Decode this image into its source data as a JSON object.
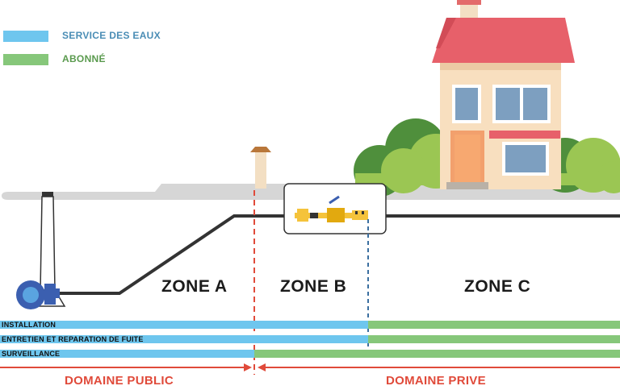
{
  "legend": {
    "items": [
      {
        "label": "SERVICE DES EAUX",
        "color": "#6ec6ee",
        "text_color": "#4a8db5"
      },
      {
        "label": "ABONNÉ",
        "color": "#86c77a",
        "text_color": "#5a9a4e"
      }
    ]
  },
  "zones": [
    "ZONE A",
    "ZONE B",
    "ZONE C"
  ],
  "responsibilities": [
    {
      "label": "INSTALLATION",
      "service_des_eaux": [
        "ZONE A",
        "ZONE B"
      ],
      "abonne": [
        "ZONE C"
      ]
    },
    {
      "label": "ENTRETIEN ET REPARATION DE FUITE",
      "service_des_eaux": [
        "ZONE A",
        "ZONE B"
      ],
      "abonne": [
        "ZONE C"
      ]
    },
    {
      "label": "SURVEILLANCE",
      "service_des_eaux": [
        "ZONE A"
      ],
      "abonne": [
        "ZONE B",
        "ZONE C"
      ]
    }
  ],
  "domains": {
    "public": "DOMAINE PUBLIC",
    "prive": "DOMAINE PRIVE",
    "color": "#e04a3a"
  },
  "icons": [
    "water-valve-icon",
    "water-meter-icon",
    "house-icon",
    "chimney-icon",
    "bush-icon"
  ]
}
